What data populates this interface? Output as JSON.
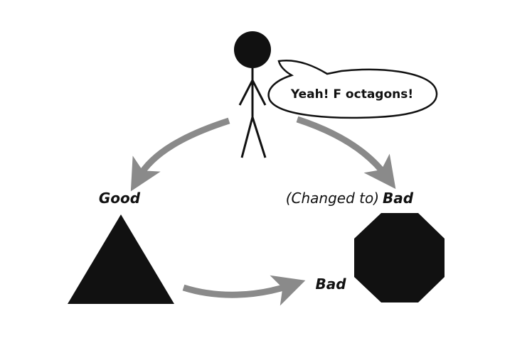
{
  "speech_bubble": {
    "text": "Yeah! F octagons!"
  },
  "labels": {
    "good": "Good",
    "changed_to_prefix": "(Changed to)",
    "changed_to_bad": "Bad",
    "bad": "Bad"
  },
  "colors": {
    "shape_fill": "#111111",
    "arrow_gray": "#8a8a8a",
    "bubble_stroke": "#111111",
    "background": "#ffffff"
  },
  "icons": {
    "person": "stick-figure-icon",
    "good_shape": "triangle-icon",
    "bad_shape": "octagon-icon"
  }
}
